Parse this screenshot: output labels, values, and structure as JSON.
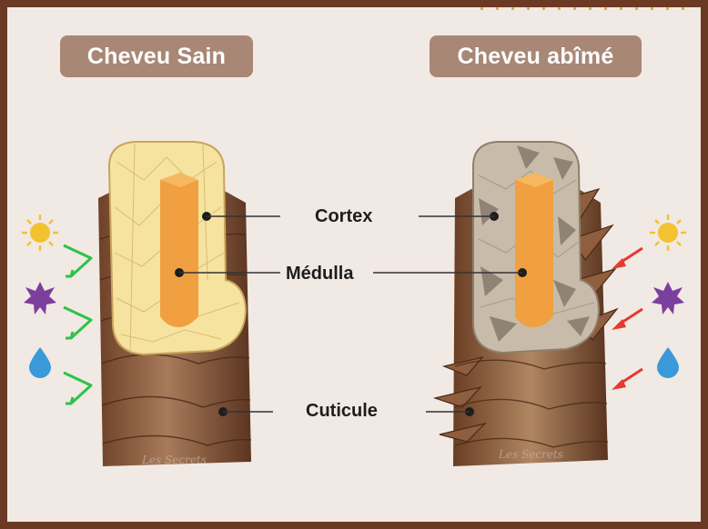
{
  "titles": {
    "healthy": "Cheveu Sain",
    "damaged": "Cheveu abîmé"
  },
  "labels": {
    "cortex": "Cortex",
    "medulla": "Médulla",
    "cuticle": "Cuticule"
  },
  "icons": {
    "left": [
      "sun-icon",
      "star-burst-icon",
      "water-drop-icon"
    ],
    "right": [
      "sun-icon",
      "star-burst-icon",
      "water-drop-icon"
    ]
  },
  "colors": {
    "frame_border": "#6b3a24",
    "background": "#f1e9e4",
    "pill": "#a88775",
    "cuticle_brown": "#8a5a3c",
    "cortex_healthy": "#f6e3a0",
    "medulla": "#f0a040",
    "cortex_damaged": "#c9bba9",
    "sun": "#f2c230",
    "star": "#7b3f9e",
    "drop": "#3a9ad9",
    "arrow_healthy": "#2ec24a",
    "arrow_damaged": "#e53a30"
  }
}
